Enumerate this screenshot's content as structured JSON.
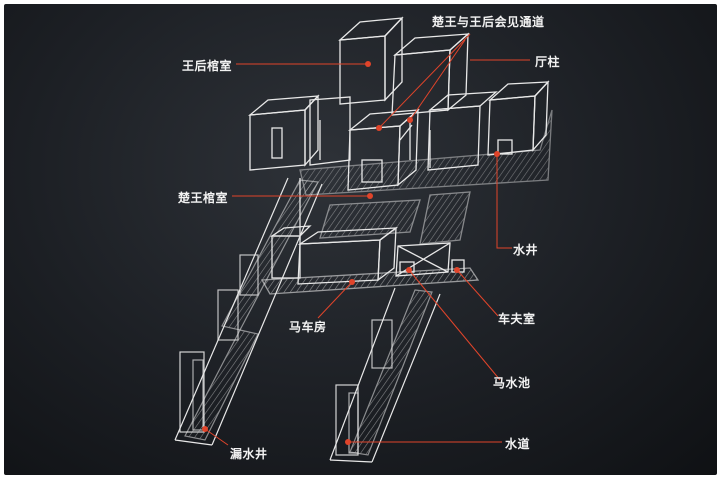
{
  "labels": {
    "queen_coffin_room": "王后棺室",
    "meeting_passage": "楚王与王后会见通道",
    "hall_pillar": "厅柱",
    "king_coffin_room": "楚王棺室",
    "water_well": "水井",
    "carriage_room": "马车房",
    "coachman_room": "车夫室",
    "horse_pool": "马水池",
    "seepage_well": "漏水井",
    "water_channel": "水道"
  },
  "colors": {
    "background": "#1c1f24",
    "line": "#e8e8e8",
    "leader": "#e0442a",
    "text": "#f2f2f2"
  }
}
